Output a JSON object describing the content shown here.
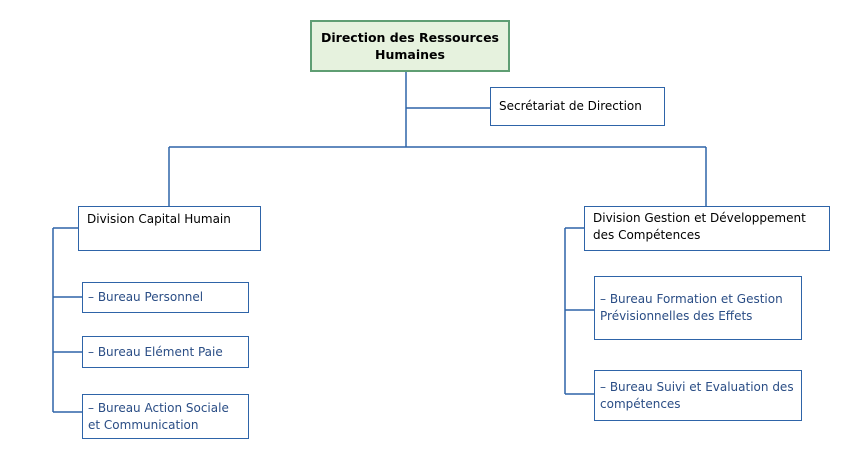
{
  "root": {
    "label": "Direction des Ressources Humaines"
  },
  "secretariat": {
    "label": "Secrétariat de Direction"
  },
  "left_division": {
    "label": "Division Capital Humain",
    "bureaus": [
      {
        "label": "– Bureau Personnel"
      },
      {
        "label": "– Bureau Elément Paie"
      },
      {
        "label": "– Bureau Action Sociale et Communication"
      }
    ]
  },
  "right_division": {
    "label": "Division Gestion et Développement des Compétences",
    "bureaus": [
      {
        "label": "– Bureau Formation et Gestion Prévisionnelles des Effets"
      },
      {
        "label": "– Bureau Suivi et Evaluation des compétences"
      }
    ]
  },
  "colors": {
    "line": "#2e64a8",
    "root_fill": "#e6f2de",
    "root_border": "#5f9e73",
    "sub_text": "#2a4d85"
  }
}
